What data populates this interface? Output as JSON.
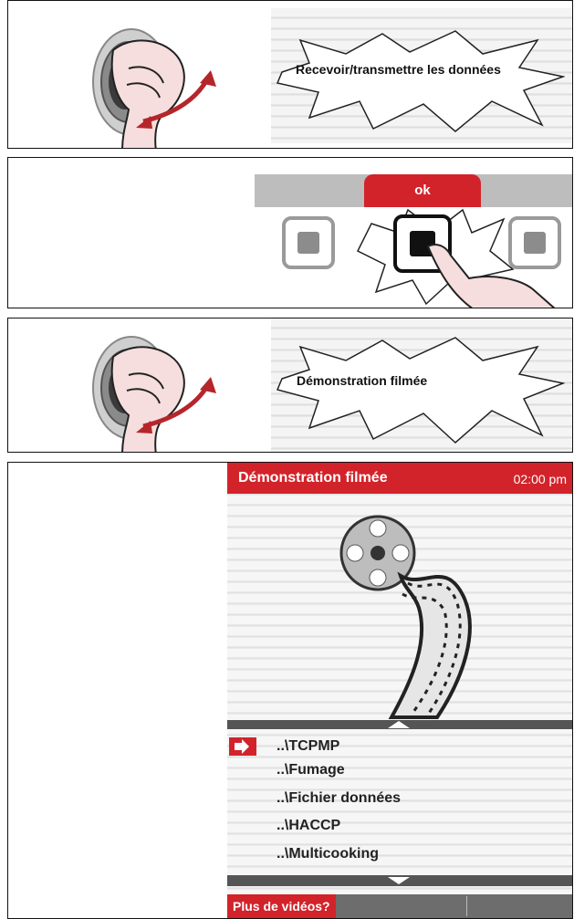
{
  "steps": [
    {
      "type": "knob",
      "bubble_text": "Recevoir/transmettre les données"
    },
    {
      "type": "ok",
      "ok_label": "ok"
    },
    {
      "type": "knob",
      "bubble_text": "Démonstration filmée"
    }
  ],
  "screen": {
    "title": "Démonstration filmée",
    "time": "02:00 pm",
    "items": [
      {
        "label": "..\\TCPMP",
        "selected": true
      },
      {
        "label": "..\\Fumage",
        "selected": false
      },
      {
        "label": "..\\Fichier données",
        "selected": false
      },
      {
        "label": "..\\HACCP",
        "selected": false
      },
      {
        "label": "..\\Multicooking",
        "selected": false
      }
    ],
    "more_videos": "Plus de vidéos?"
  },
  "colors": {
    "accent": "#d2232a",
    "arrow": "#b5262b"
  },
  "icons": [
    "knob-icon",
    "hand-icon",
    "rotate-arrow-icon",
    "finger-press-icon",
    "film-reel-icon",
    "selection-arrow-icon",
    "scroll-up-icon",
    "scroll-down-icon"
  ]
}
